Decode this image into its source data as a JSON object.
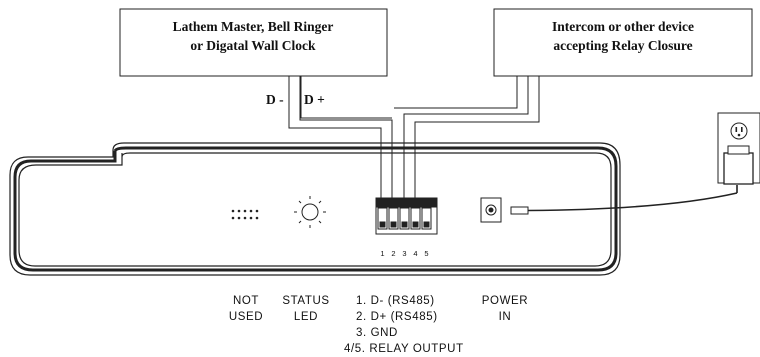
{
  "boxes": {
    "left": {
      "line1": "Lathem Master, Bell Ringer",
      "line2": "or Digatal Wall Clock"
    },
    "right": {
      "line1": "Intercom or other device",
      "line2": "accepting Relay Closure"
    }
  },
  "wire_labels": {
    "d_minus": "D -",
    "d_plus": "D +"
  },
  "terminal_numbers": [
    "1",
    "2",
    "3",
    "4",
    "5"
  ],
  "labels": {
    "not_used": {
      "line1": "NOT",
      "line2": "USED"
    },
    "status": {
      "line1": "STATUS",
      "line2": "LED"
    },
    "pinout": [
      "1. D-  (RS485)",
      "2. D+ (RS485)",
      "3. GND",
      "4/5. RELAY OUTPUT"
    ],
    "power": {
      "line1": "POWER",
      "line2": "IN"
    }
  }
}
